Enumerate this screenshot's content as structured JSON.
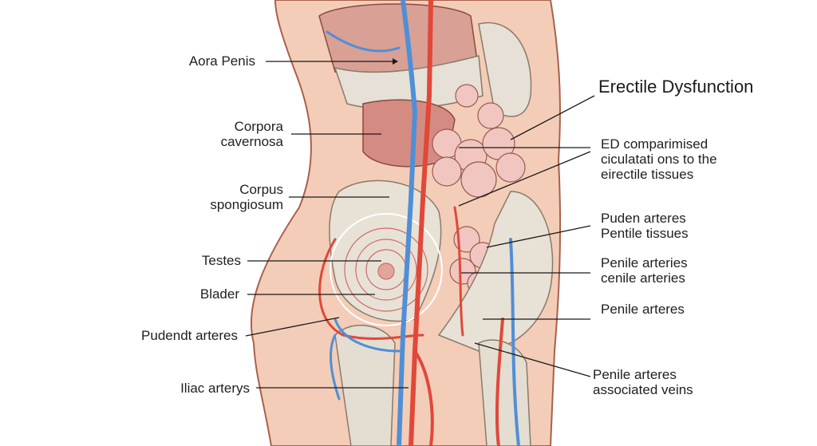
{
  "title": "Erectile Dysfunction",
  "labels_left": [
    {
      "id": "aora-penis",
      "lines": [
        "Aora Penis"
      ]
    },
    {
      "id": "corpora-cavernosa",
      "lines": [
        "Corpora",
        "cavernosa"
      ]
    },
    {
      "id": "corpus-spongiosum",
      "lines": [
        "Corpus",
        "spongiosum"
      ]
    },
    {
      "id": "testes",
      "lines": [
        "Testes"
      ]
    },
    {
      "id": "blader",
      "lines": [
        "Blader"
      ]
    },
    {
      "id": "pudendt-arteres",
      "lines": [
        "Pudendt arteres"
      ]
    },
    {
      "id": "iliac-arterys",
      "lines": [
        "Iliac arterys"
      ]
    }
  ],
  "labels_right": [
    {
      "id": "ed-comparimised",
      "lines": [
        "ED comparimised",
        "ciculatati ons  to the",
        "eirectile tissues"
      ]
    },
    {
      "id": "puden-arteres",
      "lines": [
        "Puden arteres",
        "Pentile tissues"
      ]
    },
    {
      "id": "penile-arteries",
      "lines": [
        "Penile arteries",
        "cenile arteries"
      ]
    },
    {
      "id": "penile-arteres",
      "lines": [
        "Penile arteres"
      ]
    },
    {
      "id": "penile-arteres-veins",
      "lines": [
        "Penile arteres",
        "associated veins"
      ]
    }
  ],
  "colors": {
    "skin": "#f2c9b3",
    "skin_edge": "#a8614a",
    "artery": "#e0483a",
    "vein": "#4f8fd6",
    "bone": "#e4ddd2",
    "organ": "#d98e86",
    "intestine": "#f0c2bd",
    "leader": "#1a1a1a"
  }
}
